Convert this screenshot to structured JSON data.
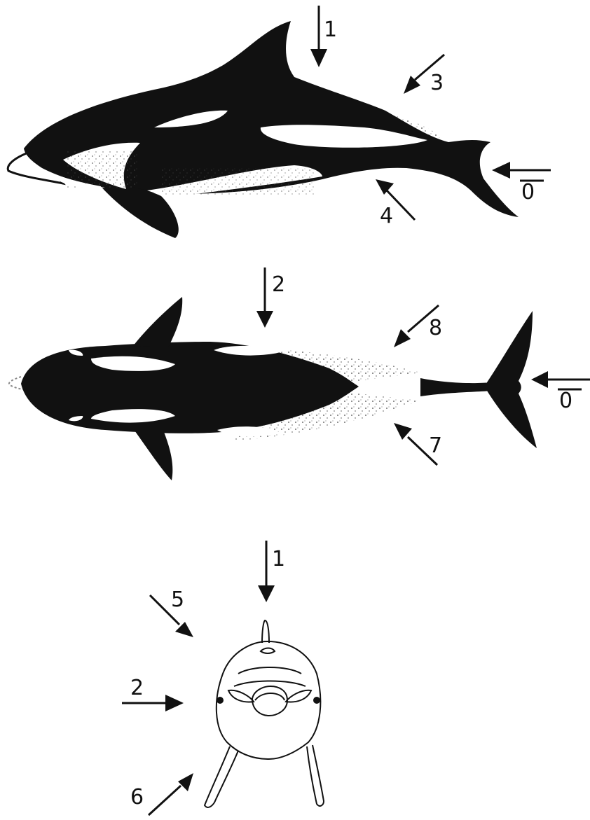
{
  "colors": {
    "ink": "#111111",
    "white_patch": "#ffffff",
    "speckle": "#444444"
  },
  "views": [
    {
      "name": "lateral view",
      "labels": [
        {
          "id": "l1",
          "text": "1"
        },
        {
          "id": "l3",
          "text": "3"
        },
        {
          "id": "l0",
          "text": "0"
        },
        {
          "id": "l4",
          "text": "4"
        }
      ]
    },
    {
      "name": "dorsal view",
      "labels": [
        {
          "id": "d2",
          "text": "2"
        },
        {
          "id": "d8",
          "text": "8"
        },
        {
          "id": "d0",
          "text": "0"
        },
        {
          "id": "d7",
          "text": "7"
        }
      ]
    },
    {
      "name": "frontal view",
      "labels": [
        {
          "id": "f1",
          "text": "1"
        },
        {
          "id": "f5",
          "text": "5"
        },
        {
          "id": "f2",
          "text": "2"
        },
        {
          "id": "f6",
          "text": "6"
        }
      ]
    }
  ]
}
